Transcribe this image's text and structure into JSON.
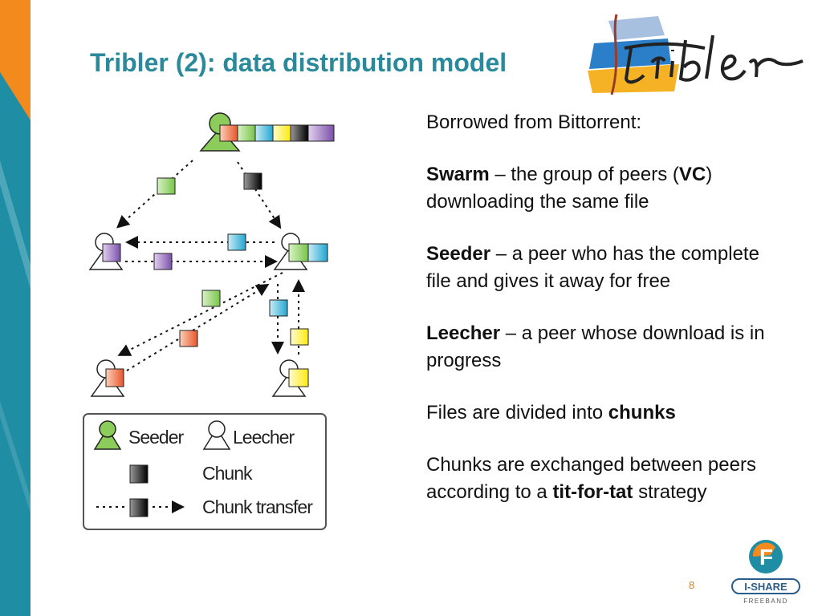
{
  "slide": {
    "title": "Tribler (2): data distribution model",
    "logo_text": "Tribler",
    "page_number": "8",
    "footer_logo": {
      "letter": "F",
      "name": "I-SHARE",
      "subtitle": "FREEBAND"
    }
  },
  "legend": {
    "seeder": "Seeder",
    "leecher": "Leecher",
    "chunk": "Chunk",
    "chunk_transfer": "Chunk transfer"
  },
  "text": {
    "p1": "Borrowed from Bittorrent:",
    "swarm_term": "Swarm",
    "swarm_def1": " – the group of peers (",
    "swarm_vc": "VC",
    "swarm_def2": ") downloading the same file",
    "seeder_term": "Seeder",
    "seeder_def": " – a peer who has the complete file and gives it away for free",
    "leecher_term": "Leecher",
    "leecher_def": " – a peer whose download is in progress",
    "chunks_pre": "Files are divided into ",
    "chunks_term": "chunks",
    "tft_pre": "Chunks are exchanged between peers according to a ",
    "tft_term": "tit-for-tat",
    "tft_post": " strategy"
  },
  "colors": {
    "title": "#2a8a9c",
    "seeder_green": "#8ccc5a",
    "chunk_red": "#e8552a",
    "chunk_green": "#8fd060",
    "chunk_cyan": "#35b2d6",
    "chunk_yellow": "#ffee1a",
    "chunk_black": "#111111",
    "chunk_purple": "#8a62b0",
    "page_number": "#e27a12"
  }
}
